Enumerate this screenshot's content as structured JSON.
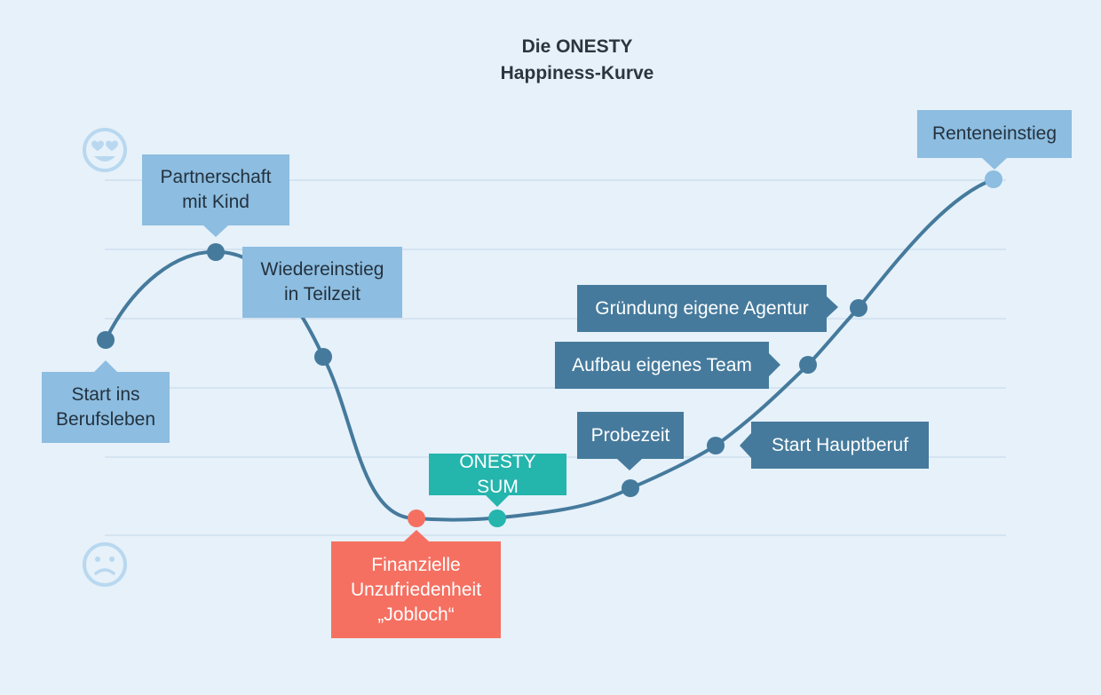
{
  "title": {
    "line1": "Die ONESTY",
    "line2": "Happiness-Kurve"
  },
  "colors": {
    "background": "#e6f1fa",
    "curve": "#457a9c",
    "light_box": "#8dbde0",
    "dark_box": "#457a9c",
    "teal": "#24b5ad",
    "coral": "#f57061",
    "grid": "#cfe0ee",
    "face": "#b9d8ef"
  },
  "icons": {
    "top": "heart-eyes-face-icon",
    "bottom": "sad-face-icon"
  },
  "milestones": [
    {
      "id": "start-berufsleben",
      "label": "Start ins\nBerufsleben",
      "style": "light"
    },
    {
      "id": "partnerschaft",
      "label": "Partnerschaft\nmit Kind",
      "style": "light"
    },
    {
      "id": "wiedereinstieg",
      "label": "Wiedereinstieg\nin Teilzeit",
      "style": "light"
    },
    {
      "id": "jobloch",
      "label": "Finanzielle\nUnzufriedenheit\n„Jobloch“",
      "style": "coral"
    },
    {
      "id": "onesty-sum",
      "label": "ONESTY SUM",
      "style": "teal"
    },
    {
      "id": "probezeit",
      "label": "Probezeit",
      "style": "dark"
    },
    {
      "id": "start-hauptberuf",
      "label": "Start Hauptberuf",
      "style": "dark"
    },
    {
      "id": "aufbau-team",
      "label": "Aufbau eigenes Team",
      "style": "dark"
    },
    {
      "id": "gruendung-agentur",
      "label": "Gründung eigene Agentur",
      "style": "dark"
    },
    {
      "id": "renteneinstieg",
      "label": "Renteneinstieg",
      "style": "light"
    }
  ]
}
